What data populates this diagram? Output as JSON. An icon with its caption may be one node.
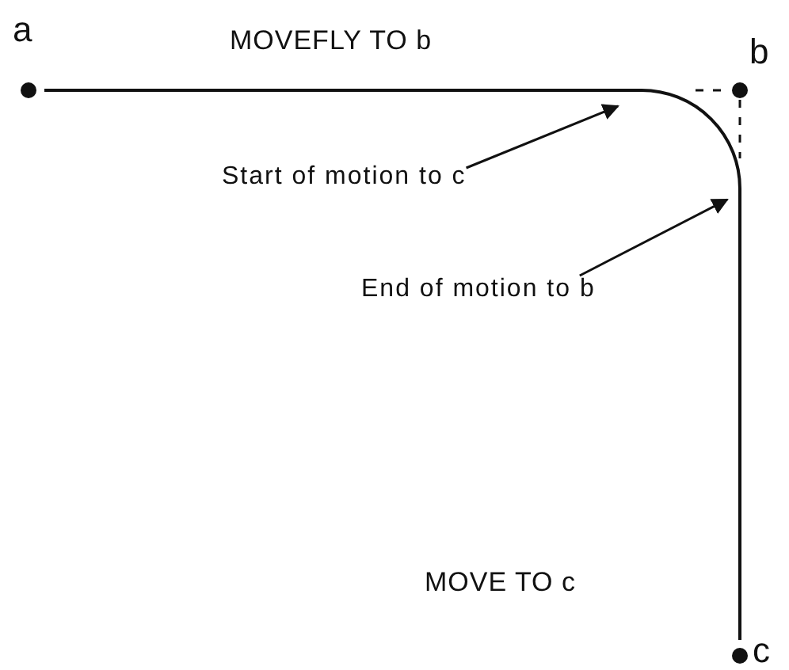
{
  "diagram": {
    "nodes": [
      {
        "text": [
          "a"
        ]
      },
      {
        "text": [
          "b"
        ]
      },
      {
        "text": [
          "c"
        ]
      },
      {
        "text": [
          "Start of motion to c"
        ]
      },
      {
        "text": [
          "End of motion to b"
        ]
      }
    ],
    "edges": [
      {
        "from": 0,
        "to": 2,
        "arrow": "none"
      },
      {
        "from": 3,
        "to": null,
        "arrow": "to"
      },
      {
        "from": 4,
        "to": null,
        "arrow": "to"
      },
      {
        "from": 1,
        "to": null,
        "arrow": "none",
        "style": "dashed"
      },
      {
        "from": 1,
        "to": null,
        "arrow": "none",
        "style": "dashed"
      }
    ],
    "labels": [
      "MOVEFLY TO b",
      "MOVE TO c"
    ]
  }
}
